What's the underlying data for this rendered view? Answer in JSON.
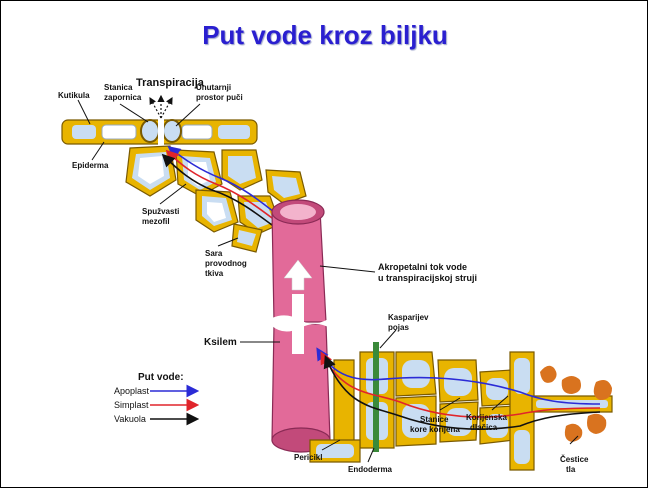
{
  "title": "Put vode kroz biljku",
  "labels": {
    "kutikula": "Kutikula",
    "stanica_zapornica": [
      "Stanica",
      "zapornica"
    ],
    "transpiracija": "Transpiracija",
    "unutarnji_prostor": [
      "Unutarnji",
      "prostor puči"
    ],
    "epiderma": "Epiderma",
    "spuzvasti_mezofil": [
      "Spužvasti",
      "mezofil"
    ],
    "sara": [
      "Sara",
      "provodnog",
      "tkiva"
    ],
    "akropetalni": [
      "Akropetalni tok vode",
      "u transpiracijskoj struji"
    ],
    "ksilem": "Ksilem",
    "kasparijev_pojas": [
      "Kasparijev",
      "pojas"
    ],
    "periciklo": "Pericikl",
    "endoderma": "Endoderma",
    "stanice_kore": [
      "Stanice",
      "kore korijena"
    ],
    "korijenska_dlacica": [
      "Korijenska",
      "dlačica"
    ],
    "cestice_tla": [
      "Čestice",
      "tla"
    ]
  },
  "legend": {
    "heading": "Put vode:",
    "items": [
      {
        "label": "Apoplast",
        "color": "#2b2bd6"
      },
      {
        "label": "Simplast",
        "color": "#e0252b"
      },
      {
        "label": "Vakuola",
        "color": "#111111"
      }
    ]
  },
  "colors": {
    "cell_wall": "#e8b400",
    "cell_wall_edge": "#7a5a00",
    "cell_inner": "#c9ddf2",
    "cell_fill": "#ffffff",
    "xylem": "#e26a99",
    "xylem_dark": "#c24a7a",
    "endoderm_band": "#3a8a3a",
    "soil": "#d9731f"
  }
}
